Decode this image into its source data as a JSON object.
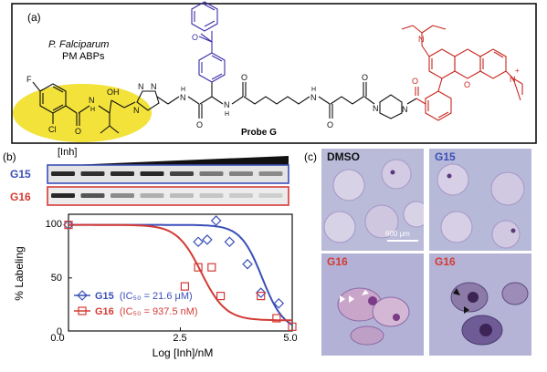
{
  "panel_a": {
    "label": "(a)",
    "organism": "P. Falciparum",
    "target": "PM ABPs",
    "probe_name": "Probe G",
    "atoms": {
      "F": "F",
      "Cl": "Cl",
      "OH": "OH",
      "N": "N",
      "H": "H",
      "O": "O"
    },
    "ring_atoms": {
      "n1": "N",
      "n2": "N",
      "n3": "N"
    },
    "rhod_N_left": "N",
    "rhod_N_right": "N",
    "rhod_charge": "+",
    "colors": {
      "highlight": "#f2e23a",
      "benzophenone": "#3a2fa8",
      "rhodamine": "#c8261f",
      "backbone": "#111111"
    }
  },
  "panel_b": {
    "label": "(b)",
    "inh_header": "[Inh]",
    "gel_rows": [
      {
        "label": "G15",
        "color": "#3a4fb8"
      },
      {
        "label": "G16",
        "color": "#d33b35"
      }
    ],
    "band_intensity": {
      "G15": [
        1.0,
        0.95,
        0.98,
        1.0,
        0.85,
        0.55,
        0.5,
        0.45
      ],
      "G16": [
        1.0,
        0.75,
        0.45,
        0.25,
        0.18,
        0.12,
        0.1,
        0.08
      ]
    }
  },
  "chart_data": {
    "type": "scatter",
    "xlabel": "Log [Inh]/nM",
    "ylabel": "% Labeling",
    "xlim": [
      0.0,
      5.0
    ],
    "ylim": [
      0,
      110
    ],
    "xticks": [
      "0.0",
      "2.5",
      "5.0"
    ],
    "yticks": [
      "0",
      "50",
      "100"
    ],
    "legend_position": "bottom-left",
    "series": [
      {
        "name": "G15",
        "ic50_text": "(IC₅₀ = 21.6 μM)",
        "marker": "diamond",
        "color": "#3a4fb8",
        "x": [
          0.0,
          2.9,
          3.1,
          3.3,
          3.6,
          4.0,
          4.3,
          4.7
        ],
        "y": [
          100,
          84,
          86,
          104,
          84,
          63,
          36,
          26
        ],
        "curve": {
          "top": 100,
          "bottom": 0,
          "log_ic50": 4.33,
          "hill": 1.8
        }
      },
      {
        "name": "G16",
        "ic50_text": "(IC₅₀ = 937.5 nM)",
        "marker": "square",
        "color": "#d33b35",
        "x": [
          0.0,
          2.6,
          2.9,
          3.2,
          3.4,
          4.3,
          4.65,
          5.0
        ],
        "y": [
          100,
          42,
          60,
          60,
          33,
          33,
          12,
          4
        ],
        "curve": {
          "top": 100,
          "bottom": 10,
          "log_ic50": 2.97,
          "hill": 1.6
        }
      }
    ]
  },
  "panel_c": {
    "label": "(c)",
    "images": [
      {
        "title": "DMSO",
        "color": "#111111"
      },
      {
        "title": "G15",
        "color": "#3a4fb8"
      },
      {
        "title": "G16",
        "color": "#d33b35"
      },
      {
        "title": "G16",
        "color": "#d33b35"
      }
    ],
    "scale_bar": "600 μm"
  }
}
